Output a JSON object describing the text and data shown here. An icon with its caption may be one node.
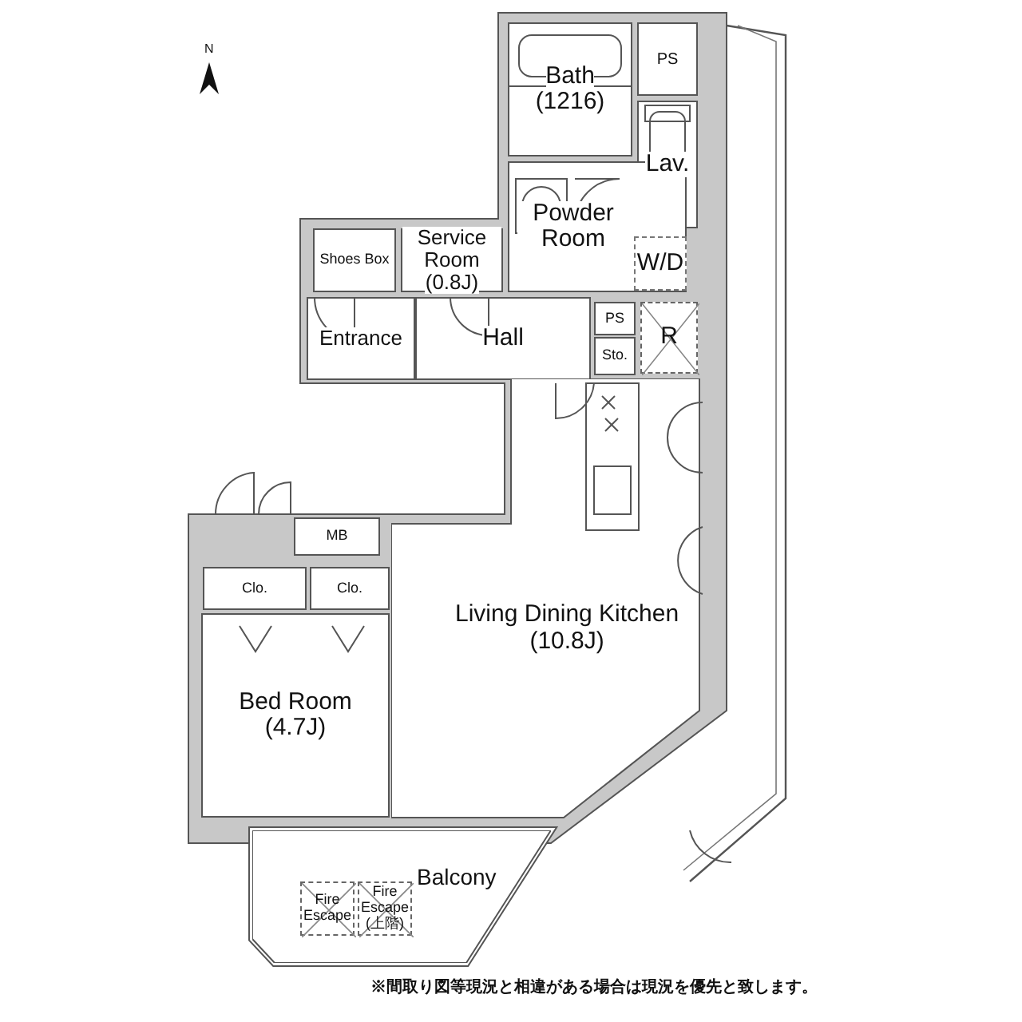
{
  "diagram": {
    "nodes": [
      {
        "text": [
          "Bath",
          "(1216)"
        ]
      },
      {
        "text": [
          "PS"
        ]
      },
      {
        "text": [
          "Lav."
        ]
      },
      {
        "text": [
          "Powder Room"
        ]
      },
      {
        "text": [
          "W/D"
        ],
        "in": 3
      },
      {
        "text": [
          "Shoes Box"
        ]
      },
      {
        "text": [
          "Service Room",
          "(0.8J)"
        ]
      },
      {
        "text": [
          "Entrance"
        ]
      },
      {
        "text": [
          "Hall"
        ]
      },
      {
        "text": [
          "PS"
        ]
      },
      {
        "text": [
          "Sto."
        ]
      },
      {
        "text": [
          "R"
        ]
      },
      {
        "text": [
          "MB"
        ]
      },
      {
        "text": [
          "Clo."
        ]
      },
      {
        "text": [
          "Clo."
        ]
      },
      {
        "text": [
          "Living Dining Kitchen",
          "(10.8J)"
        ]
      },
      {
        "text": [
          "Bed Room",
          "(4.7J)"
        ]
      },
      {
        "text": [
          "Balcony"
        ]
      },
      {
        "text": [
          "Fire Escape"
        ],
        "in": 17
      },
      {
        "text": [
          "Fire Escape (上階)"
        ],
        "in": 17
      }
    ],
    "edges": [],
    "labels": [
      "N",
      "※間取り図等現況と相違がある場合は現況を優先と致します。"
    ]
  }
}
